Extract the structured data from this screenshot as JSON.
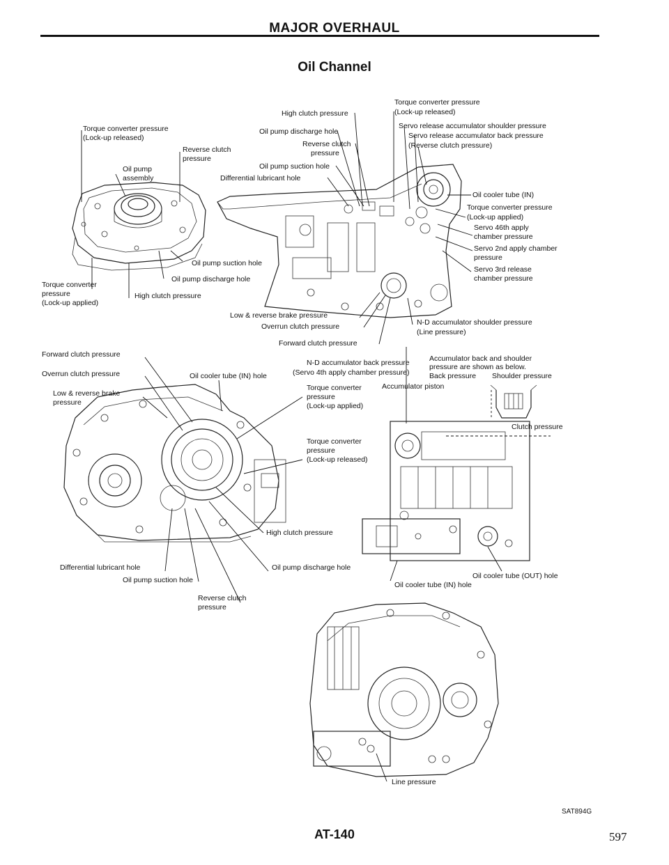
{
  "header": {
    "section": "MAJOR OVERHAUL",
    "title": "Oil Channel"
  },
  "footer": {
    "figure_code": "SAT894G",
    "page_code": "AT-140",
    "sheet_number": "597"
  },
  "diagram1": {
    "tc_release_a": "Torque converter pressure",
    "tc_release_b": "(Lock-up released)",
    "rev_clutch_a": "Reverse clutch",
    "rev_clutch_b": "pressure",
    "oil_pump_a": "Oil pump",
    "oil_pump_b": "assembly",
    "tc_applied_a": "Torque converter",
    "tc_applied_b": "pressure",
    "tc_applied_c": "(Lock-up applied)",
    "high_clutch": "High clutch pressure",
    "suction_hole": "Oil pump suction hole",
    "discharge_hole": "Oil pump discharge hole"
  },
  "diagram2": {
    "high_clutch": "High clutch pressure",
    "discharge_hole": "Oil pump discharge hole",
    "rev_clutch_a": "Reverse clutch",
    "rev_clutch_b": "pressure",
    "suction_hole": "Oil pump suction hole",
    "diff_lube": "Differential lubricant hole",
    "tc_top_a": "Torque converter pressure",
    "tc_top_b": "(Lock-up released)",
    "servo_shoulder": "Servo release accumulator shoulder pressure",
    "servo_back_a": "Servo release accumulator back pressure",
    "servo_back_b": "(Reverse clutch pressure)",
    "cooler_in": "Oil cooler tube (IN)",
    "tc_applied_a": "Torque converter pressure",
    "tc_applied_b": "(Lock-up applied)",
    "servo46_a": "Servo 46th apply",
    "servo46_b": "chamber pressure",
    "servo2_a": "Servo 2nd apply chamber",
    "servo2_b": "pressure",
    "servo3_a": "Servo 3rd release",
    "servo3_b": "chamber pressure",
    "lowrev": "Low & reverse brake pressure",
    "overrun": "Overrun clutch pressure",
    "forward": "Forward clutch pressure",
    "nd_shoulder_a": "N-D accumulator shoulder pressure",
    "nd_shoulder_b": "(Line pressure)"
  },
  "diagram3": {
    "forward": "Forward clutch pressure",
    "overrun": "Overrun clutch pressure",
    "lowrev_a": "Low & reverse brake",
    "lowrev_b": "pressure",
    "cooler_in": "Oil cooler tube (IN) hole",
    "nd_back": "N-D accumulator back pressure",
    "servo4": "(Servo 4th apply chamber pressure)",
    "accum_note_a": "Accumulator back and shoulder",
    "accum_note_b": "pressure are shown as below.",
    "back_pressure": "Back pressure",
    "shoulder_pressure": "Shoulder pressure",
    "accum_piston": "Accumulator piston",
    "clutch_pressure": "Clutch pressure",
    "tc_applied_a": "Torque converter",
    "tc_applied_b": "pressure",
    "tc_applied_c": "(Lock-up applied)",
    "tc_release_a": "Torque converter",
    "tc_release_b": "pressure",
    "tc_release_c": "(Lock-up released)",
    "high_clutch": "High clutch pressure",
    "discharge_hole": "Oil pump discharge hole",
    "diff_lube": "Differential lubricant hole",
    "suction_hole": "Oil pump suction hole",
    "rev_clutch_a": "Reverse clutch",
    "rev_clutch_b": "pressure",
    "cooler_out": "Oil cooler tube (OUT) hole",
    "cooler_in_hole": "Oil cooler tube (IN) hole"
  },
  "diagram4": {
    "line_pressure": "Line pressure"
  }
}
